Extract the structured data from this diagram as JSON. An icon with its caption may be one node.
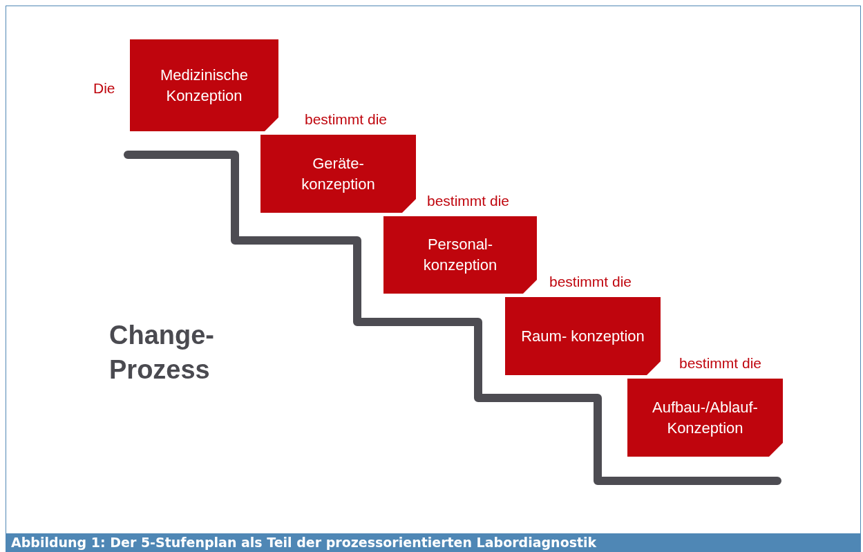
{
  "diagram": {
    "caption": "Abbildung 1: Der 5-Stufenplan als Teil der prozessorientierten Labordiagnostik",
    "nodes": [
      {
        "text": [
          "Medizinische Konzeption"
        ]
      },
      {
        "text": [
          "Geräte- konzeption"
        ]
      },
      {
        "text": [
          "Personal- konzeption"
        ]
      },
      {
        "text": [
          "Raum- konzeption"
        ]
      },
      {
        "text": [
          "Aufbau-/Ablauf- Konzeption"
        ]
      }
    ],
    "labels": [
      "Die",
      "bestimmt die",
      "bestimmt die",
      "bestimmt die",
      "bestimmt die",
      "Change- Prozess"
    ]
  }
}
